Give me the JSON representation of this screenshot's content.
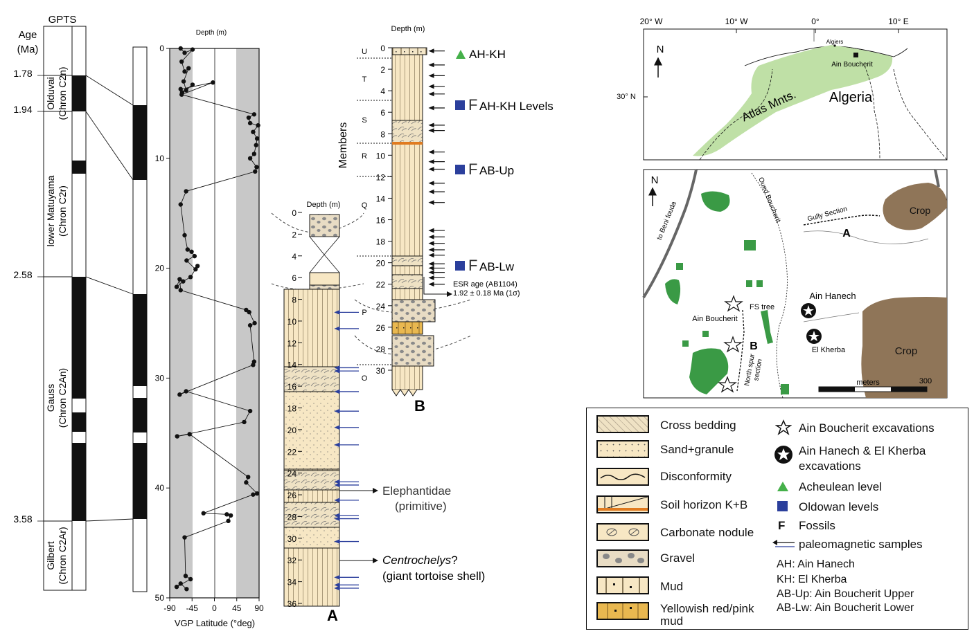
{
  "gpts": {
    "title": "GPTS",
    "age_label": "Age\n(Ma)",
    "ages": [
      "1.78",
      "1.94",
      "2.58",
      "3.58"
    ],
    "chrons": [
      "Olduvai\n(Chron C2n)",
      "lower Matuyama\n(Chron C2r)",
      "Gauss\n(Chron C2An)",
      "Gilbert\n(Chron C2Ar)"
    ]
  },
  "vgp": {
    "xlabel": "VGP Latitude (°deg)",
    "ylabel": "Depth (m)",
    "x_ticks": [
      "-90",
      "-45",
      "0",
      "45",
      "90"
    ],
    "y_ticks": [
      "0",
      "10",
      "20",
      "30",
      "40",
      "50"
    ]
  },
  "section_a": {
    "label": "A",
    "depth_label": "Depth (m)",
    "depth_ticks": [
      "0",
      "2",
      "4",
      "6",
      "8",
      "10",
      "12",
      "14",
      "16",
      "18",
      "20",
      "22",
      "24",
      "26",
      "28",
      "30",
      "32",
      "34",
      "36"
    ],
    "annotations": [
      {
        "text": "Elephantidae",
        "text2": "(primitive)"
      },
      {
        "text": "Centrochelys",
        "suffix": "?",
        "text2": "(giant tortoise shell)"
      }
    ]
  },
  "section_b": {
    "label": "B",
    "depth_label": "Depth (m)",
    "members_label": "Members",
    "members": [
      "U",
      "T",
      "S",
      "R",
      "Q",
      "P",
      "O"
    ],
    "depth_ticks": [
      "0",
      "2",
      "4",
      "6",
      "8",
      "10",
      "12",
      "14",
      "16",
      "18",
      "20",
      "22",
      "24",
      "26",
      "28",
      "30"
    ],
    "esr_line1": "ESR age (AB1104)",
    "esr_line2": "1.92 ± 0.18 Ma (1σ)",
    "level_labels": [
      {
        "symbol": "triangle",
        "letter": "",
        "text": "AH-KH"
      },
      {
        "symbol": "square",
        "letter": "F",
        "text": "AH-KH Levels"
      },
      {
        "symbol": "square",
        "letter": "F",
        "text": "AB-Up"
      },
      {
        "symbol": "square",
        "letter": "F",
        "text": "AB-Lw"
      }
    ]
  },
  "map_region": {
    "lon_labels": [
      "20° W",
      "10° W",
      "0°",
      "10° E"
    ],
    "lat_label": "30° N",
    "north": "N",
    "algiers": "Algiers",
    "ain_boucherit": "Ain Boucherit",
    "algeria": "Algeria",
    "atlas": "Atlas Mnts."
  },
  "map_local": {
    "north": "N",
    "oued": "Oued Boucherit",
    "road": "to Beni fouda",
    "gully": "Gully Section",
    "crop": "Crop",
    "ain_hanech": "Ain Hanech",
    "el_kherba": "El Kherba",
    "fs_tree": "FS tree",
    "ain_boucherit": "Ain Boucherit",
    "north_spur": "North spur\nsection",
    "scale_label": "meters",
    "scale_value": "300",
    "label_a": "A",
    "label_b": "B"
  },
  "legend": {
    "lithology": [
      "Cross bedding",
      "Sand+granule",
      "Disconformity",
      "Soil horizon K+B",
      "Carbonate nodule",
      "Gravel",
      "Mud",
      "Yellowish red/pink\nmud"
    ],
    "symbols": [
      {
        "icon": "star-outline",
        "text": "Ain Boucherit excavations"
      },
      {
        "icon": "star-filled-circle",
        "text": "Ain Hanech & El Kherba\nexcavations"
      },
      {
        "icon": "green-triangle",
        "text": "Acheulean level"
      },
      {
        "icon": "blue-square",
        "text": "Oldowan levels"
      },
      {
        "icon": "letter-f",
        "letter": "F",
        "text": "Fossils"
      },
      {
        "icon": "arrow-left",
        "text": "paleomagnetic samples"
      }
    ],
    "abbreviations": [
      "AH: Ain Hanech",
      "KH: El Kherba",
      "AB-Up: Ain Boucherit Upper",
      "AB-Lw: Ain Boucherit Lower"
    ]
  },
  "colors": {
    "sand": "#f7e7c4",
    "green_map": "#bfe0a6",
    "green_site": "#3a9a45",
    "crop": "#8f7558",
    "blue": "#2b3f9c",
    "triangle": "#45b04a",
    "orange": "#e07b20",
    "band_gray": "#c8c8c8"
  }
}
